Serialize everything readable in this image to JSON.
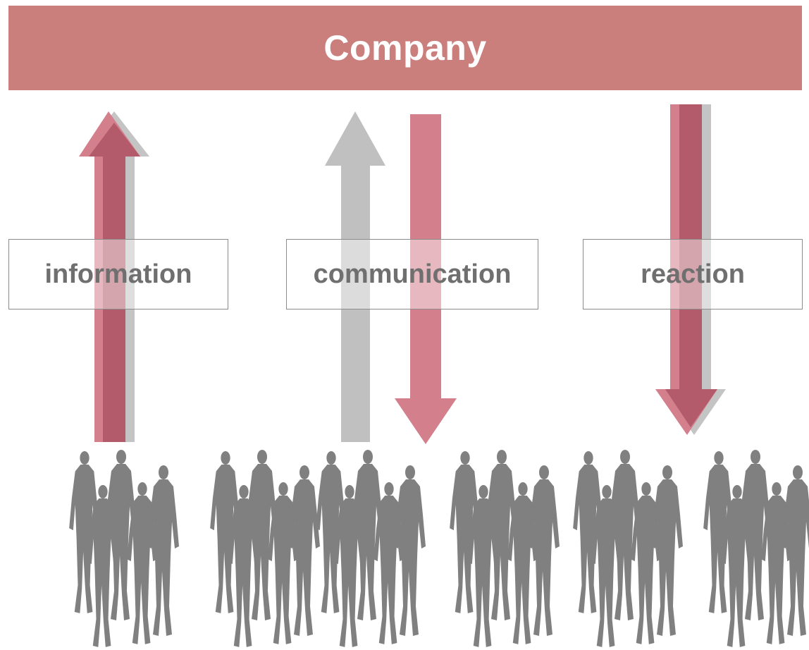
{
  "header": {
    "title": "Company"
  },
  "flows": [
    {
      "label": "information",
      "direction": "up",
      "color": "#b35b6b"
    },
    {
      "label": "communication",
      "direction": "up-and-down",
      "colors": [
        "#c0c0c0",
        "#d47f8c"
      ]
    },
    {
      "label": "reaction",
      "direction": "down",
      "color": "#b35b6b"
    }
  ],
  "crowd": {
    "icon": "people-silhouette-icon",
    "color": "#808080",
    "groups": 6
  },
  "colors": {
    "company_bar": "#cb7f7d",
    "arrow_dark": "#b35b6b",
    "arrow_light": "#d47f8c",
    "arrow_gray": "#c0c0c0",
    "label_text": "#6f6f6f"
  }
}
